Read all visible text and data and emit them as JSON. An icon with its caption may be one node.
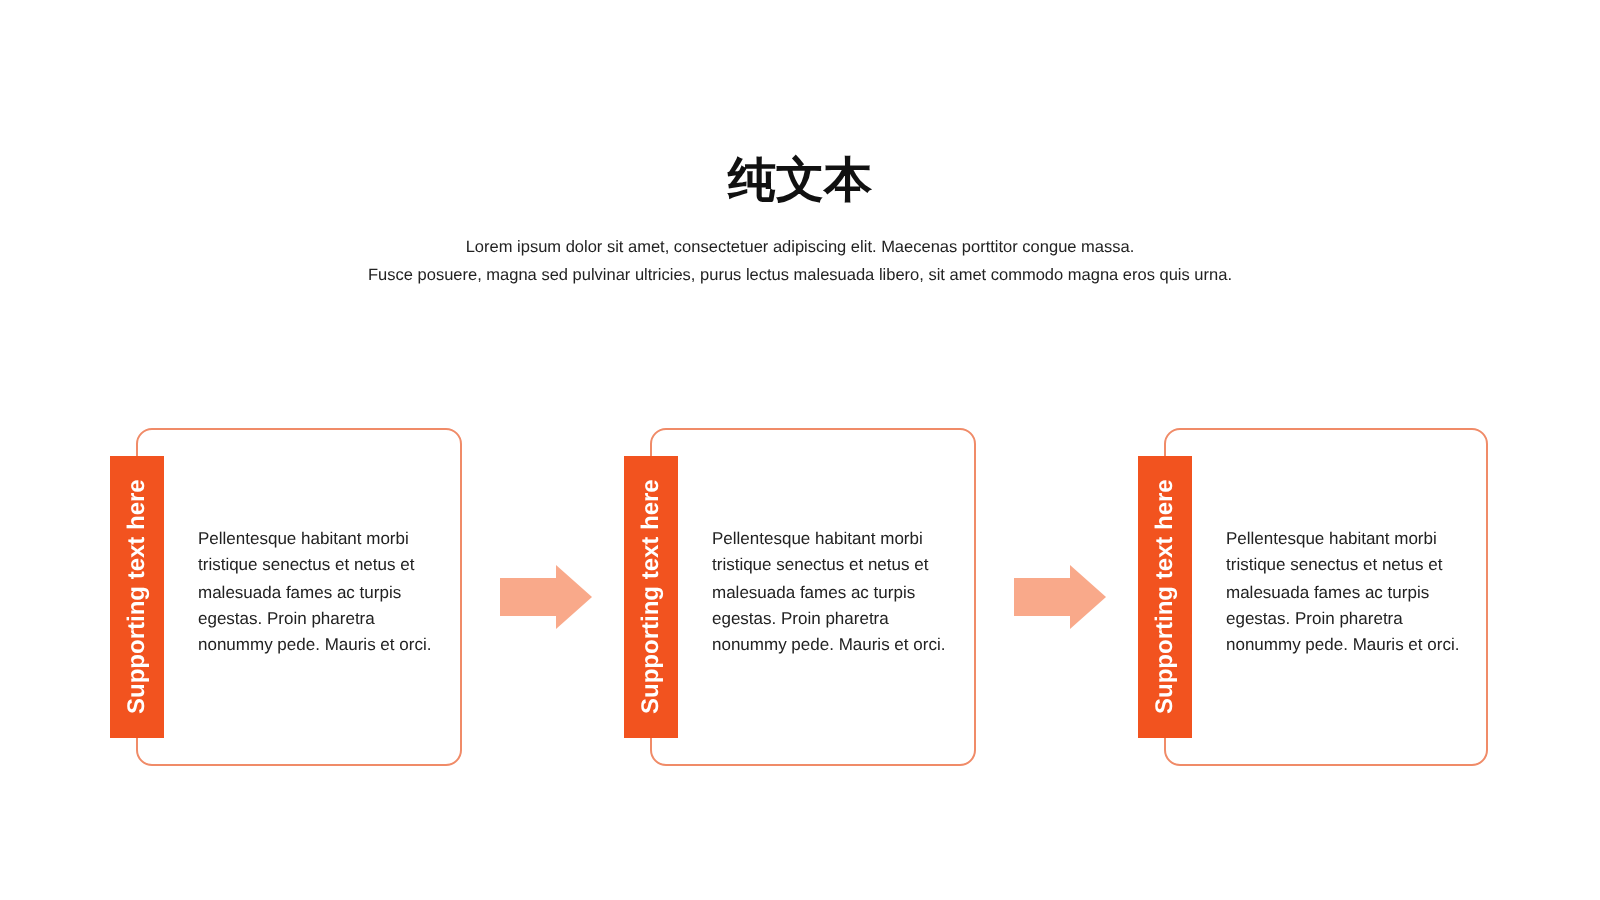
{
  "diagram": {
    "title": "纯文本",
    "nodes": [
      {
        "text": [
          "Supporting text here",
          "Pellentesque habitant morbi tristique senectus et netus et malesuada fames ac turpis egestas. Proin pharetra nonummy pede. Mauris et orci."
        ]
      },
      {
        "text": [
          "Supporting text here",
          "Pellentesque habitant morbi tristique senectus et netus et malesuada fames ac turpis egestas. Proin pharetra nonummy pede. Mauris et orci."
        ]
      },
      {
        "text": [
          "Supporting text here",
          "Pellentesque habitant morbi tristique senectus et netus et malesuada fames ac turpis egestas. Proin pharetra nonummy pede. Mauris et orci."
        ]
      }
    ],
    "edges": [
      {
        "from": 0,
        "to": 1,
        "arrow": "to"
      },
      {
        "from": 1,
        "to": 2,
        "arrow": "to"
      }
    ],
    "labels": [
      "Lorem ipsum dolor sit amet, consectetuer adipiscing elit. Maecenas porttitor congue massa.",
      "Fusce posuere, magna sed pulvinar ultricies, purus lectus malesuada libero, sit amet commodo magna eros quis urna."
    ]
  }
}
